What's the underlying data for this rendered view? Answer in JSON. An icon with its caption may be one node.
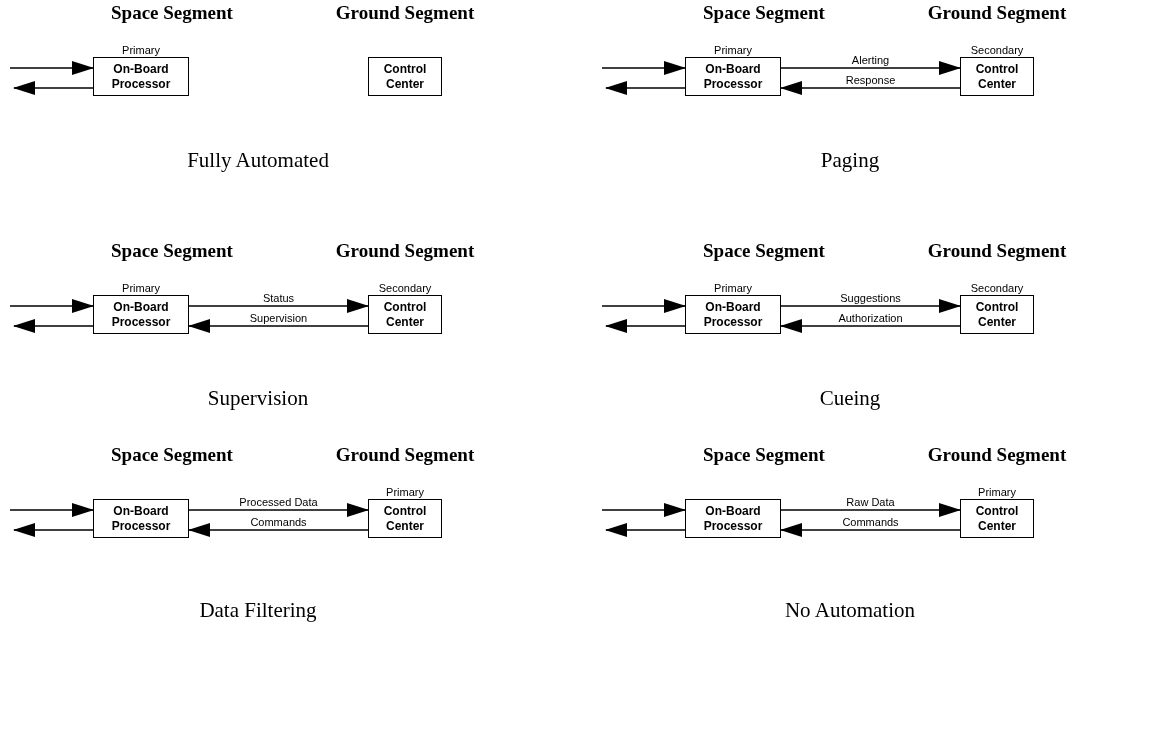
{
  "diagram": {
    "nodes": [
      {
        "text": [
          "Primary",
          "On-Board Processor"
        ]
      },
      {
        "text": [
          "Control Center"
        ]
      },
      {
        "text": [
          "Primary",
          "On-Board Processor"
        ]
      },
      {
        "text": [
          "Secondary",
          "Control Center"
        ]
      },
      {
        "text": [
          "Primary",
          "On-Board Processor"
        ]
      },
      {
        "text": [
          "Secondary",
          "Control Center"
        ]
      },
      {
        "text": [
          "Primary",
          "On-Board Processor"
        ]
      },
      {
        "text": [
          "Secondary",
          "Control Center"
        ]
      },
      {
        "text": [
          "On-Board Processor"
        ]
      },
      {
        "text": [
          "Primary",
          "Control Center"
        ]
      },
      {
        "text": [
          "On-Board Processor"
        ]
      },
      {
        "text": [
          "Primary",
          "Control Center"
        ]
      }
    ],
    "edges": [
      {
        "from": null,
        "to": 0,
        "arrow": "to"
      },
      {
        "from": 0,
        "to": null,
        "arrow": "to"
      },
      {
        "from": null,
        "to": 2,
        "arrow": "to"
      },
      {
        "from": 2,
        "to": null,
        "arrow": "to"
      },
      {
        "from": 2,
        "to": 3,
        "arrow": "to",
        "label": "Alerting"
      },
      {
        "from": 3,
        "to": 2,
        "arrow": "to",
        "label": "Response"
      },
      {
        "from": null,
        "to": 4,
        "arrow": "to"
      },
      {
        "from": 4,
        "to": null,
        "arrow": "to"
      },
      {
        "from": 4,
        "to": 5,
        "arrow": "to",
        "label": "Status"
      },
      {
        "from": 5,
        "to": 4,
        "arrow": "to",
        "label": "Supervision"
      },
      {
        "from": null,
        "to": 6,
        "arrow": "to"
      },
      {
        "from": 6,
        "to": null,
        "arrow": "to"
      },
      {
        "from": 6,
        "to": 7,
        "arrow": "to",
        "label": "Suggestions"
      },
      {
        "from": 7,
        "to": 6,
        "arrow": "to",
        "label": "Authorization"
      },
      {
        "from": null,
        "to": 8,
        "arrow": "to"
      },
      {
        "from": 8,
        "to": null,
        "arrow": "to"
      },
      {
        "from": 8,
        "to": 9,
        "arrow": "to",
        "label": "Processed Data"
      },
      {
        "from": 9,
        "to": 8,
        "arrow": "to",
        "label": "Commands"
      },
      {
        "from": null,
        "to": 10,
        "arrow": "to"
      },
      {
        "from": 10,
        "to": null,
        "arrow": "to"
      },
      {
        "from": 10,
        "to": 11,
        "arrow": "to",
        "label": "Raw Data"
      },
      {
        "from": 11,
        "to": 10,
        "arrow": "to",
        "label": "Commands"
      }
    ],
    "labels": [
      "Space Segment",
      "Ground Segment",
      "Space Segment",
      "Ground Segment",
      "Fully Automated",
      "Paging",
      "Space Segment",
      "Ground Segment",
      "Space Segment",
      "Ground Segment",
      "Supervision",
      "Cueing",
      "Space Segment",
      "Ground Segment",
      "Space Segment",
      "Ground Segment",
      "Data Filtering",
      "No Automation"
    ]
  }
}
